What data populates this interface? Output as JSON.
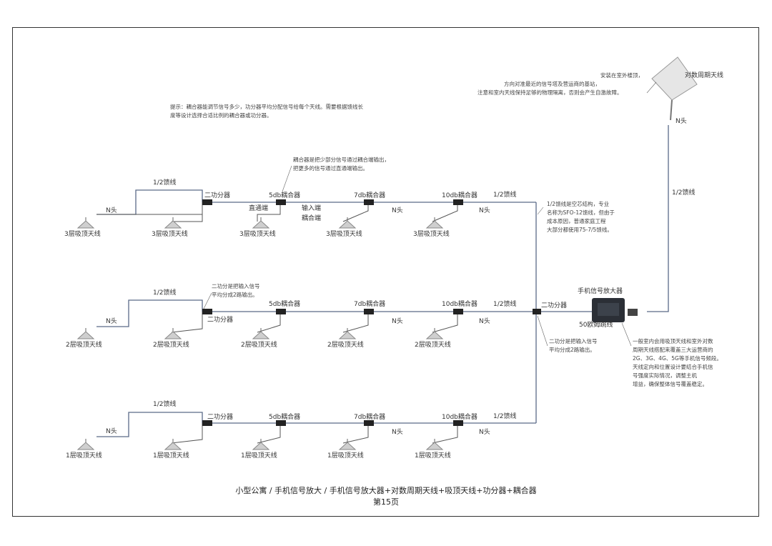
{
  "notes": {
    "tip_line1": "提示：耦合器能调节信号多少，功分器平均分配信号给每个天线。需要根据馈线长",
    "tip_line2": "度等设计选择合适比例的耦合器或功分器。",
    "coupler_line1": "耦合器是把少部分信号通过耦合端输出，",
    "coupler_line2": "把更多的信号通过直通端输出。",
    "cable_line1": "1/2馈线是空芯结构，专业",
    "cable_line2": "名称为SFO-12馈线，但由于",
    "cable_line3": "成本原因，普通家庭工程",
    "cable_line4": "大部分都使用75-7/5馈线。",
    "splitter2_line1": "二功分是把输入信号",
    "splitter2_line2": "平均分成2路输出。",
    "splitter2b_line1": "二功分是把输入信号",
    "splitter2b_line2": "平均分成2路输出。",
    "outdoor_line1": "安装在室外楼顶，",
    "outdoor_line2": "方向对准最近的信号塔及营运商的基站，",
    "outdoor_line3": "注意和室内天线保持足够的物理隔离，否则会产生自激故障。",
    "amp_line1": "一般室内会用吸顶天线和室外对数",
    "amp_line2": "周期天线搭配来覆盖三大运营商的",
    "amp_line3": "2G、3G、4G、5G等手机信号频段。",
    "amp_line4": "天线定向和位置设计要结合手机信",
    "amp_line5": "号强度实际情况，调整主机",
    "amp_line6": "增益，确保整体信号覆盖稳定。"
  },
  "labels": {
    "feeder_half": "1/2馈线",
    "n_head": "N头",
    "splitter_2way": "二功分器",
    "coupler_5db": "5db耦合器",
    "coupler_7db": "7db耦合器",
    "coupler_10db": "10db耦合器",
    "direct_port": "直通端",
    "input_port": "输入端",
    "coupled_port": "耦合端",
    "amplifier": "手机信号放大器",
    "jumper_50": "50欧姆跳线",
    "yagi": "对数周期天线",
    "floor3_ant": "3层吸顶天线",
    "floor2_ant": "2层吸顶天线",
    "floor1_ant": "1层吸顶天线"
  },
  "footer": {
    "title": "小型公寓 / 手机信号放大 / 手机信号放大器+对数周期天线+吸顶天线+功分器+耦合器",
    "page": "第15页"
  }
}
